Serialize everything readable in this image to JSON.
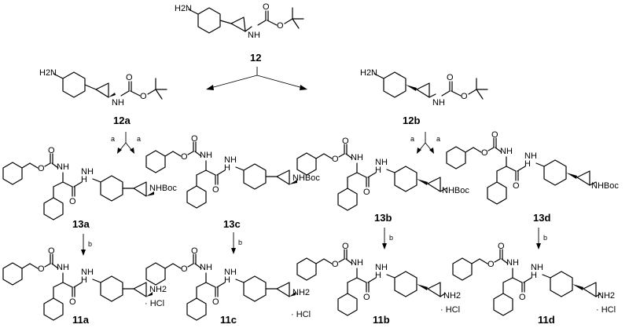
{
  "scheme": {
    "atom_labels": {
      "nh2": "H2N",
      "nh": "NH",
      "o": "O",
      "h": "H",
      "nhboc": "NHBoc",
      "nh2_right": "NH2",
      "hcl": "· HCl"
    },
    "compound_labels": {
      "c12": "12",
      "c12a": "12a",
      "c12b": "12b",
      "c13a": "13a",
      "c13c": "13c",
      "c13b": "13b",
      "c13d": "13d",
      "c11a": "11a",
      "c11c": "11c",
      "c11b": "11b",
      "c11d": "11d"
    },
    "conditions": {
      "a": "a",
      "b": "b"
    }
  }
}
